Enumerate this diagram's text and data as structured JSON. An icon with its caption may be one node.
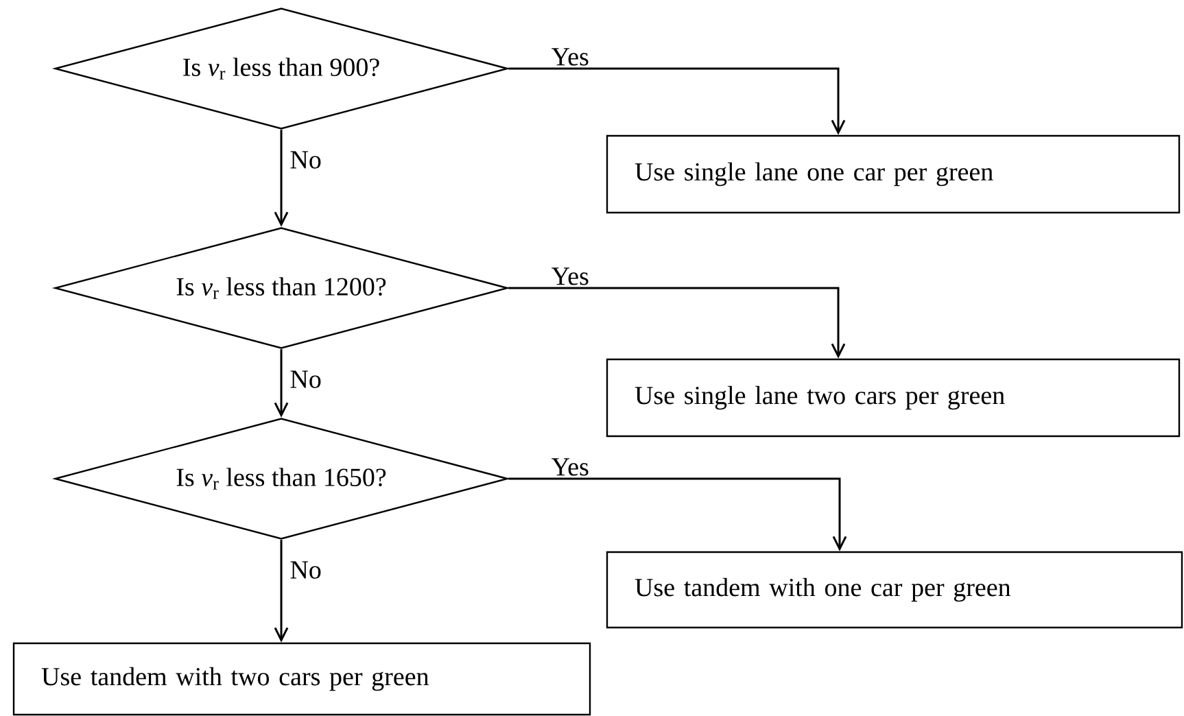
{
  "diagram": {
    "nodes": [
      {
        "text": [
          "Is *v*$_{r}$ less than 900?"
        ]
      },
      {
        "text": [
          "Use single lane one car per green"
        ]
      },
      {
        "text": [
          "Is *v*$_{r}$ less than 1200?"
        ]
      },
      {
        "text": [
          "Use single lane two cars per green"
        ]
      },
      {
        "text": [
          "Is *v*$_{r}$ less than 1650?"
        ]
      },
      {
        "text": [
          "Use tandem with one car per green"
        ]
      },
      {
        "text": [
          "Use tandem with two cars per green"
        ]
      }
    ],
    "edges": [
      {
        "from": 0,
        "to": 1,
        "arrow": "to",
        "label": "Yes"
      },
      {
        "from": 0,
        "to": 2,
        "arrow": "to",
        "label": "No"
      },
      {
        "from": 2,
        "to": 3,
        "arrow": "to",
        "label": "Yes"
      },
      {
        "from": 2,
        "to": 4,
        "arrow": "to",
        "label": "No"
      },
      {
        "from": 4,
        "to": 5,
        "arrow": "to",
        "label": "Yes"
      },
      {
        "from": 4,
        "to": 6,
        "arrow": "to",
        "label": "No"
      }
    ]
  }
}
